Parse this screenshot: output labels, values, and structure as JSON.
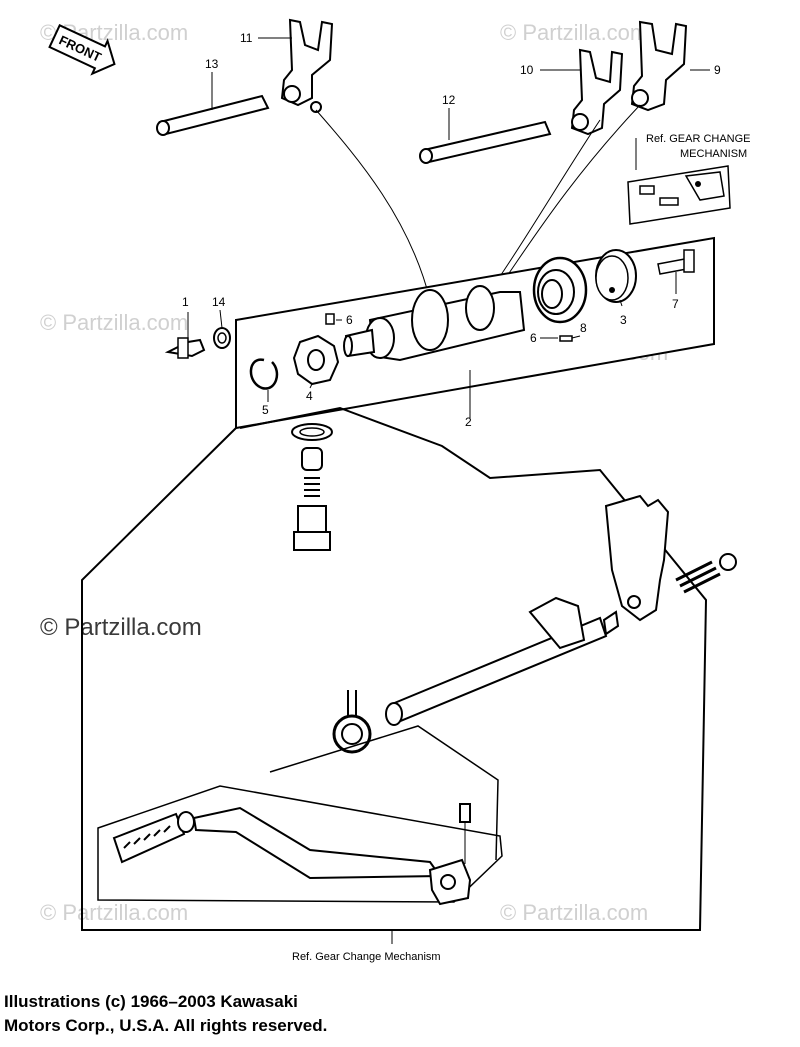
{
  "front_arrow": "FRONT",
  "watermark": "© Partzilla.com",
  "watermark_prominent": "© Partzilla.com",
  "callouts": [
    "1",
    "2",
    "3",
    "4",
    "5",
    "6",
    "6",
    "7",
    "8",
    "9",
    "10",
    "11",
    "12",
    "13",
    "14"
  ],
  "ref_top_line1": "Ref. GEAR CHANGE",
  "ref_top_line2": "MECHANISM",
  "ref_bottom": "Ref.  Gear  Change  Mechanism",
  "copyright_line1": "Illustrations (c) 1966–2003 Kawasaki",
  "copyright_line2": "Motors Corp., U.S.A.  All rights reserved."
}
